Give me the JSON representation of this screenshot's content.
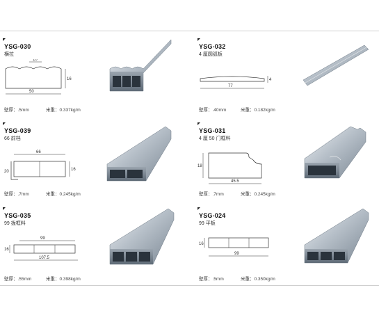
{
  "products": [
    {
      "code": "YSG-030",
      "name": "横拉",
      "dims": [
        "10",
        "16",
        "50"
      ],
      "wall": "壁厚：.5mm",
      "weight": "米重：0.337kg/m"
    },
    {
      "code": "YSG-032",
      "name": "4 厘圆弧板",
      "dims": [
        "4",
        "77"
      ],
      "wall": "壁厚：.40mm",
      "weight": "米重：0.182kg/m"
    },
    {
      "code": "YSG-039",
      "name": "66 前档",
      "dims": [
        "66",
        "20",
        "16"
      ],
      "wall": "壁厚：.7mm",
      "weight": "米重：0.245kg/m"
    },
    {
      "code": "YSG-031",
      "name": "4 厘 50 门框料",
      "dims": [
        "18",
        "45.5"
      ],
      "wall": "壁厚：.7mm",
      "weight": "米重：0.245kg/m"
    },
    {
      "code": "YSG-035",
      "name": "99 拢框料",
      "dims": [
        "99",
        "16",
        "107.5"
      ],
      "wall": "壁厚：.55mm",
      "weight": "米重：0.398kg/m"
    },
    {
      "code": "YSG-024",
      "name": "99 平板",
      "dims": [
        "16",
        "99"
      ],
      "wall": "壁厚：.5mm",
      "weight": "米重：0.350kg/m"
    }
  ]
}
